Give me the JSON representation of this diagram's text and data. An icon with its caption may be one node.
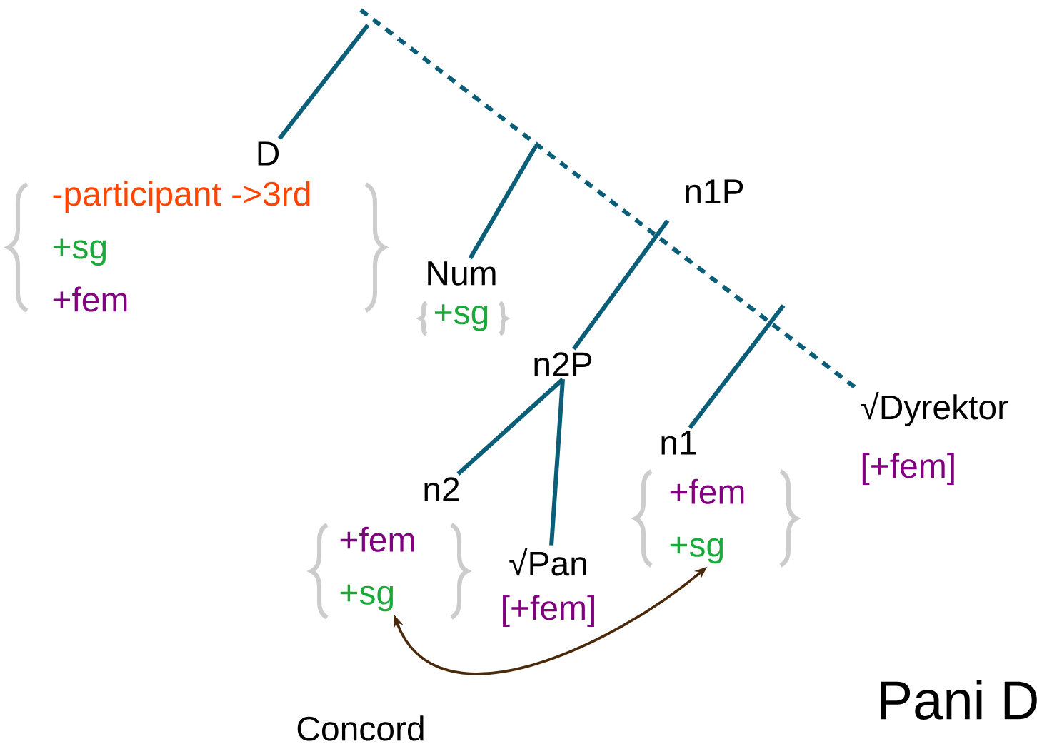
{
  "diagram": {
    "nodes": [
      {
        "text": [
          "D"
        ]
      },
      {
        "text": [
          "-participant ->3rd",
          "+sg",
          "+fem"
        ]
      },
      {
        "text": [
          "Num"
        ]
      },
      {
        "text": [
          "+sg"
        ]
      },
      {
        "text": [
          "n1P"
        ]
      },
      {
        "text": [
          "n2P"
        ]
      },
      {
        "text": [
          "n2"
        ]
      },
      {
        "text": [
          "+fem",
          "+sg"
        ]
      },
      {
        "text": [
          "√Pan",
          "[+fem]"
        ]
      },
      {
        "text": [
          "n1"
        ]
      },
      {
        "text": [
          "+fem",
          "+sg"
        ]
      },
      {
        "text": [
          "√Dyrektor",
          "[+fem]"
        ]
      }
    ],
    "edges": [
      {
        "from": null,
        "to": 11,
        "arrow": "none",
        "style": "dashed"
      },
      {
        "from": null,
        "to": 0,
        "arrow": "none"
      },
      {
        "from": null,
        "to": 2,
        "arrow": "none"
      },
      {
        "from": 4,
        "to": 5,
        "arrow": "none"
      },
      {
        "from": null,
        "to": 9,
        "arrow": "none"
      },
      {
        "from": 5,
        "to": 6,
        "arrow": "none"
      },
      {
        "from": 5,
        "to": 8,
        "arrow": "none"
      },
      {
        "from": 7,
        "to": 10,
        "arrow": "both",
        "color": "#4a2a0a"
      }
    ],
    "labels": [
      "Concord",
      "Pani D"
    ]
  }
}
